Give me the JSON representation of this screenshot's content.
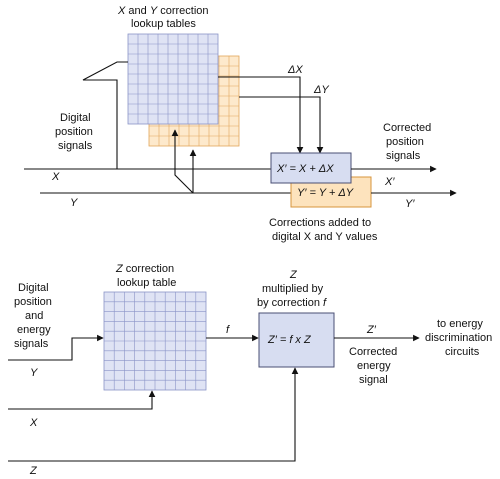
{
  "top": {
    "lut_title_line1_a": "X",
    "lut_title_line1_b": " and ",
    "lut_title_line1_c": "Y",
    "lut_title_line1_d": " correction",
    "lut_title_line2": "lookup tables",
    "delta_x": "ΔX",
    "delta_y": "ΔY",
    "input_label_line1": "Digital",
    "input_label_line2": "position",
    "input_label_line3": "signals",
    "x_in": "X",
    "y_in": "Y",
    "x_eq": "X′ = X + ΔX",
    "y_eq": "Y′ = Y + ΔY",
    "x_out": "X′",
    "y_out": "Y′",
    "corrected_line1": "Corrected",
    "corrected_line2": "position",
    "corrected_line3": "signals",
    "added_line1": "Corrections added to",
    "added_line2": "digital X and Y values"
  },
  "bottom": {
    "lut_title_line1_a": "Z",
    "lut_title_line1_b": " correction",
    "lut_title_line2": "lookup table",
    "inputs_line1": "Digital",
    "inputs_line2": "position",
    "inputs_line3": "and",
    "inputs_line4": "energy",
    "inputs_line5": "signals",
    "y_in": "Y",
    "x_in": "X",
    "z_in": "Z",
    "f_label": "f",
    "mult_line1": "Z",
    "mult_line2": "multiplied by",
    "mult_line3_a": "by correction ",
    "mult_line3_b": "f",
    "z_eq": "Z′ = f x Z",
    "z_out": "Z′",
    "corr_line1": "Corrected",
    "corr_line2": "energy",
    "corr_line3": "signal",
    "dest_line1": "to energy",
    "dest_line2": "discrimination",
    "dest_line3": "circuits"
  },
  "colors": {
    "blue_fill": "#dfe3f4",
    "orange_fill": "#fde9cc"
  }
}
